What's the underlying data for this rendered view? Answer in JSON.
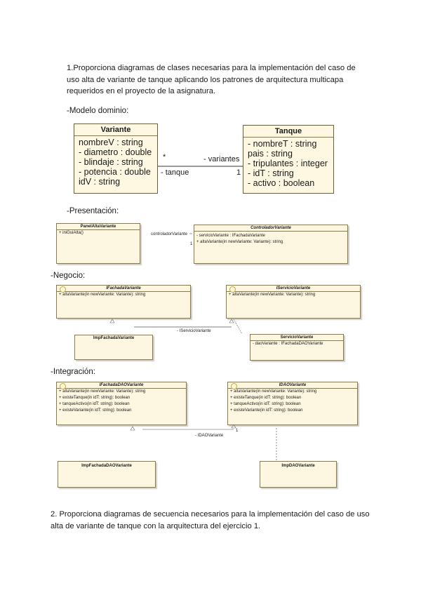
{
  "q1": {
    "lines": [
      "1.Proporciona diagramas de clases necesarias para la implementación del caso de",
      "uso alta de variante de tanque aplicando los patrones de arquitectura multicapa",
      "requeridos en el proyecto de la asignatura."
    ]
  },
  "sections": {
    "dominio": "-Modelo dominio:",
    "presentacion": "-Presentación:",
    "negocio": "-Negocio:",
    "integracion": "-Integración:"
  },
  "dominio": {
    "variante": {
      "name": "Variante",
      "attrs": [
        "nombreV : string",
        "- diametro : double",
        "- blindaje : string",
        "- potencia : double",
        "idV : string"
      ]
    },
    "tanque": {
      "name": "Tanque",
      "attrs": [
        "- nombreT : string",
        "pais : string",
        "- tripulantes : integer",
        "- idT : string",
        "- activo : boolean"
      ]
    },
    "assoc": {
      "star": "*",
      "variantes": "- variantes",
      "tanque": "- tanque",
      "one": "1"
    }
  },
  "presentacion": {
    "panel": {
      "name": "PanelAltaVariante",
      "ops": [
        "+ iniGuiAlta()"
      ]
    },
    "controlador": {
      "name": "ControladorVariante",
      "ops": [
        "- servicioVariante : IFachadaVariante",
        "+ altaVariante(in newVariante: Variante): string"
      ]
    },
    "assoc_label": "controladorVariante",
    "assoc_one": "1"
  },
  "negocio": {
    "ifachada": {
      "name": "IFachadaVariante",
      "ops": [
        "+ altaVariante(in newVariante: Variante): string"
      ]
    },
    "iservicio": {
      "name": "IServicioVariante",
      "ops": [
        "+ altaVariante(in newVariante: Variante): string"
      ]
    },
    "impfachada": {
      "name": "ImpFachadaVariante"
    },
    "servicio": {
      "name": "ServicioVariante",
      "ops": [
        "- daoVariante : IFachadaDAOVariante"
      ]
    },
    "assoc_label": "- IServicioVariante"
  },
  "integracion": {
    "ifachadadao": {
      "name": "IFachadaDAOVariante",
      "ops": [
        "+ altaVariante(in newVariante: Variante): string",
        "+ existeTanque(in idT: string): boolean",
        "+ tanqueActivo(in idT: string): boolean",
        "+ existeVariante(in idT: string): boolean"
      ]
    },
    "idao": {
      "name": "IDAOVariante",
      "ops": [
        "+ altaVariante(in newVariante: Variante): string",
        "+ existeTanque(in idT: string): boolean",
        "+ tanqueActivo(in idT: string): boolean",
        "+ existeVariante(in idT: string): boolean"
      ]
    },
    "impfachadadao": {
      "name": "ImpFachadaDAOVariante"
    },
    "impdao": {
      "name": "ImpDAOVariante"
    },
    "assoc_label": "- IDAOVariante",
    "assoc_one": "1"
  },
  "q2": {
    "lines": [
      "2. Proporciona diagramas de secuencia necesarios para la implementación del caso de uso",
      "alta de variante de tanque con la arquitectura del ejercicio 1."
    ]
  }
}
